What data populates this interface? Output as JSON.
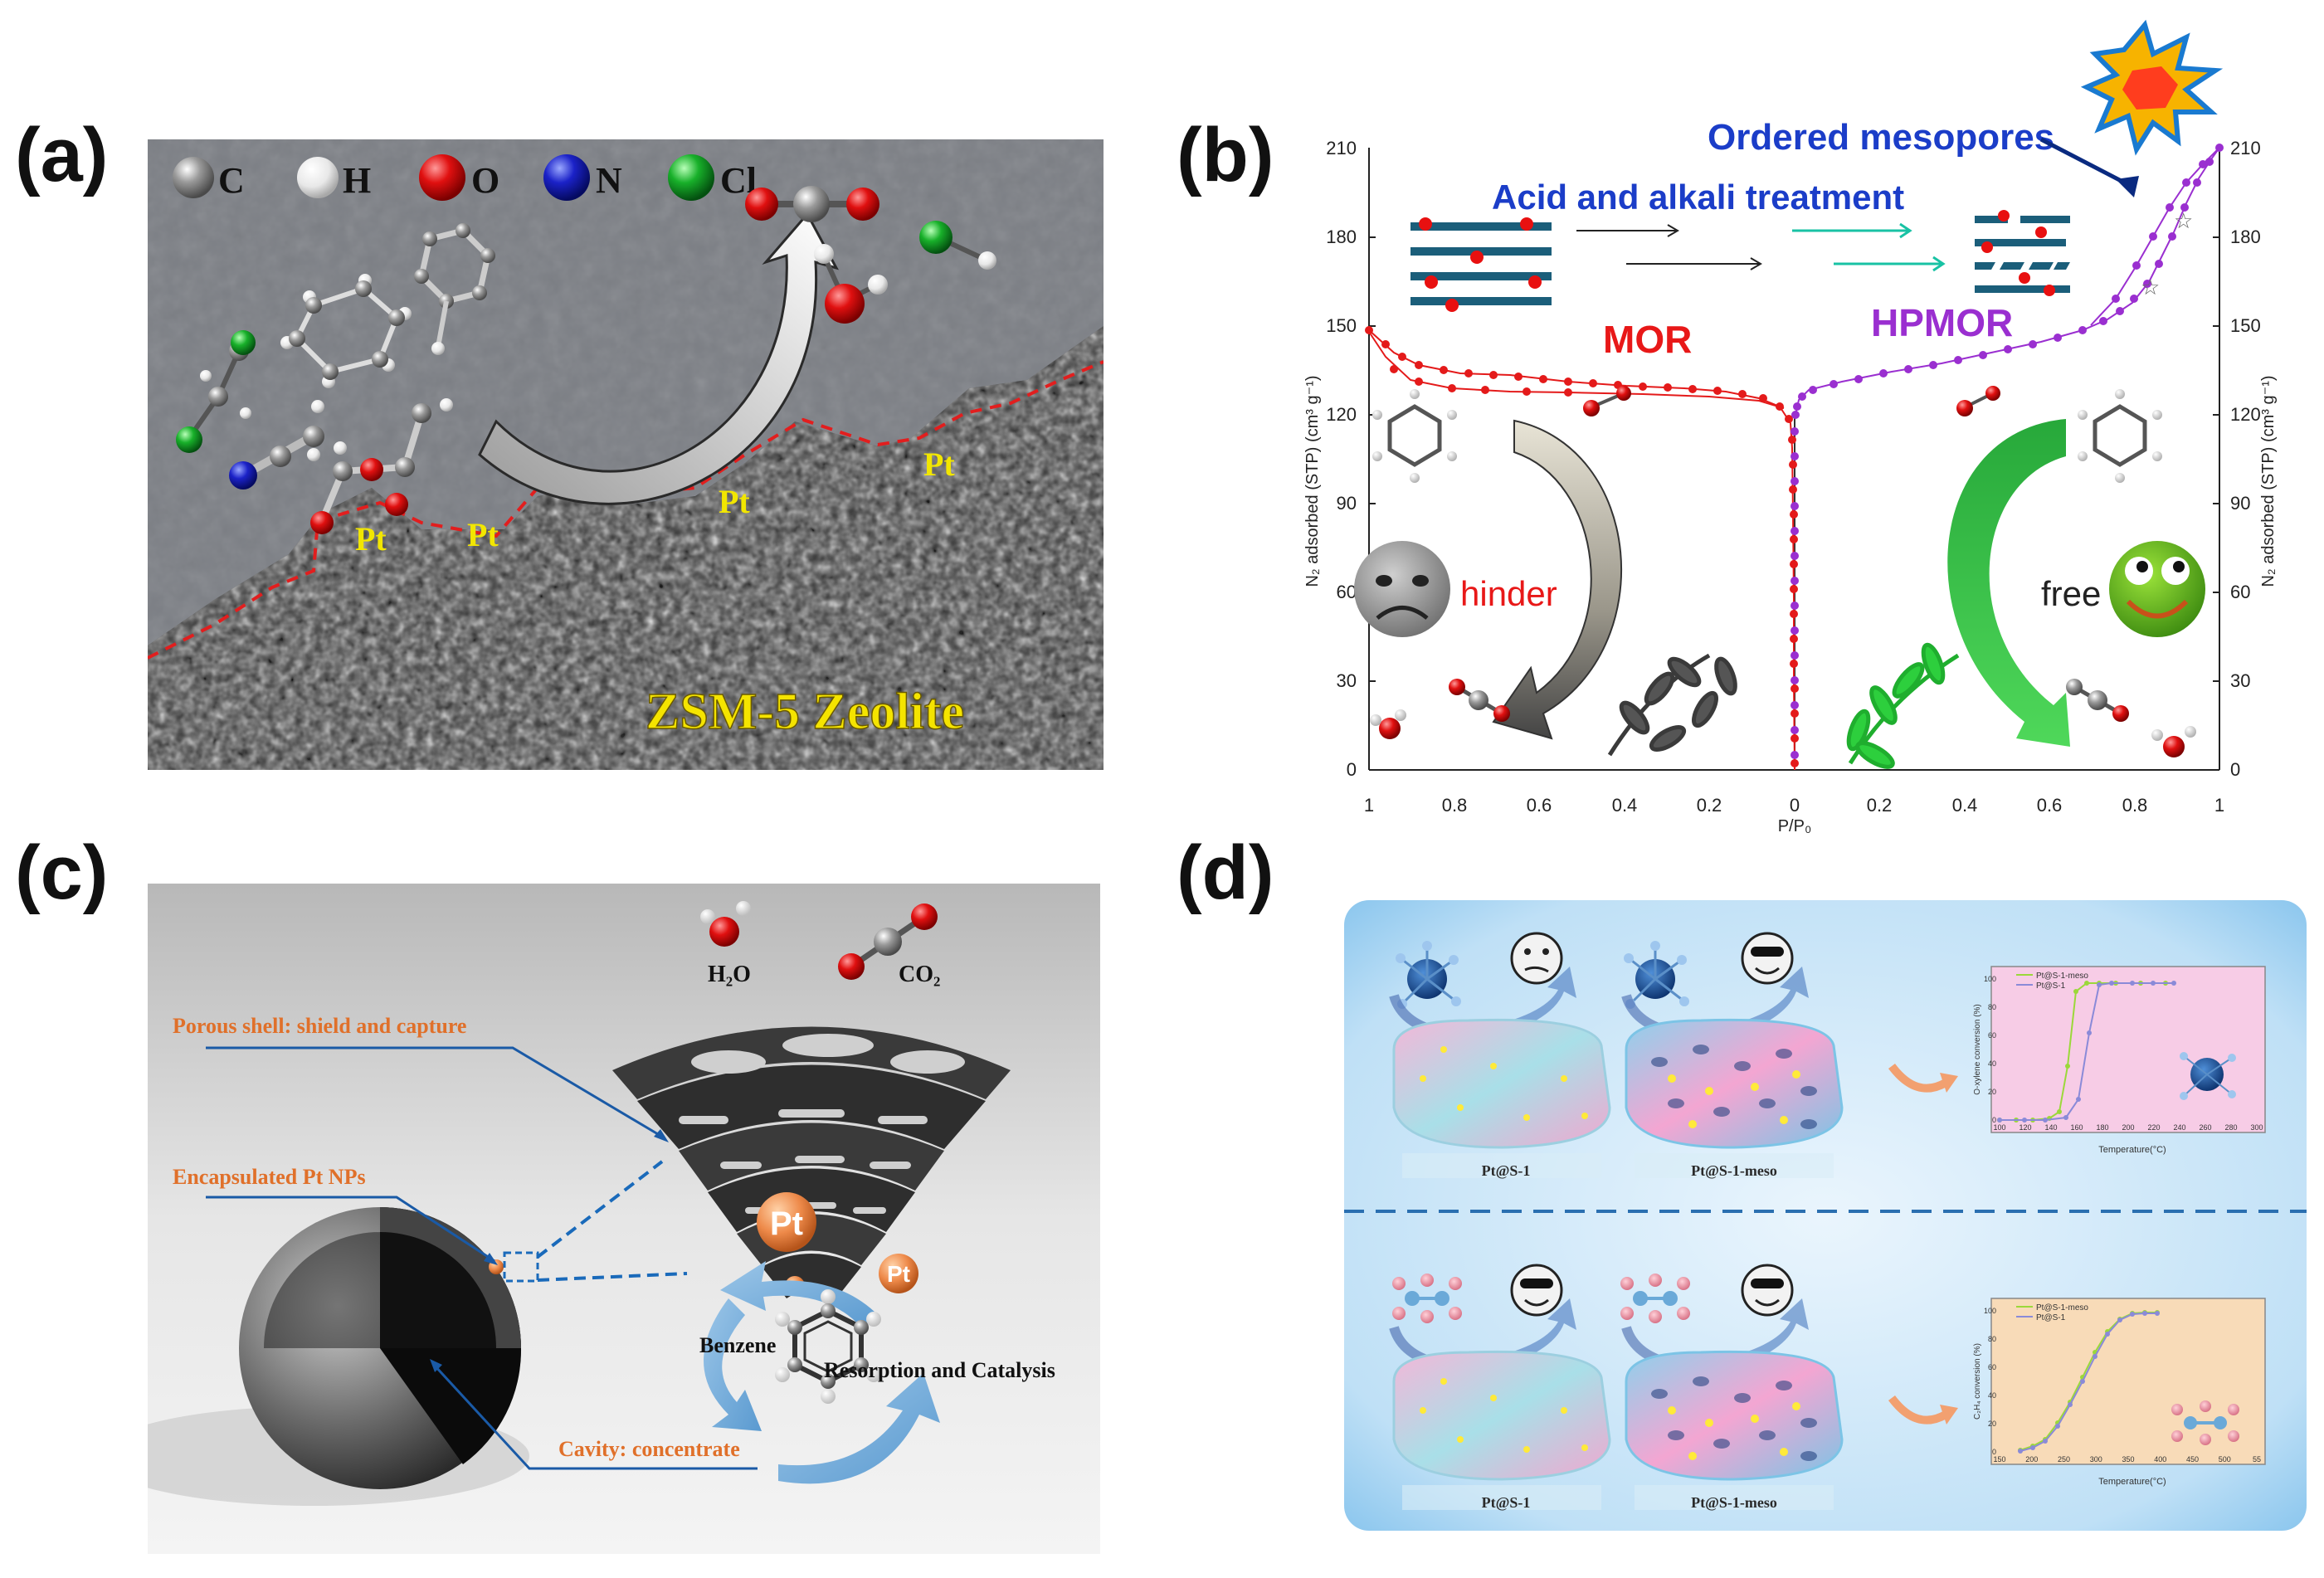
{
  "panels": {
    "a": {
      "label": "(a)",
      "legend": [
        {
          "symbol": "C",
          "color": "#8c8c8c"
        },
        {
          "symbol": "H",
          "color": "#e6e6e6"
        },
        {
          "symbol": "O",
          "color": "#d81818"
        },
        {
          "symbol": "N",
          "color": "#1a1ab8"
        },
        {
          "symbol": "Cl",
          "color": "#1cab2e"
        }
      ],
      "pt_labels": [
        "Pt",
        "Pt",
        "Pt",
        "Pt"
      ],
      "caption": "ZSM-5 Zeolite"
    },
    "b": {
      "label": "(b)",
      "title_ordered": "Ordered mesopores",
      "title_treatment": "Acid and alkali treatment",
      "left_series": "MOR",
      "right_series": "HPMOR",
      "hinder": "hinder",
      "free": "free",
      "ylabel_left": "N₂ adsorbed (STP) (cm³ g⁻¹)",
      "ylabel_right": "N₂ adsorbed (STP) (cm³ g⁻¹)",
      "xlabel": "P/P₀",
      "y_ticks": [
        "0",
        "30",
        "60",
        "90",
        "120",
        "150",
        "180",
        "210"
      ],
      "x_ticks_left": [
        "1",
        "0.8",
        "0.6",
        "0.4",
        "0.2",
        "0"
      ],
      "x_ticks_right": [
        "0.2",
        "0.4",
        "0.6",
        "0.8",
        "1"
      ]
    },
    "c": {
      "label": "(c)",
      "h2o": "H₂O",
      "co2": "CO₂",
      "porous_shell": "Porous shell: shield and capture",
      "encapsulated": "Encapsulated Pt NPs",
      "cavity": "Cavity: concentrate",
      "pt_big": "Pt",
      "pt_small": "Pt",
      "benzene": "Benzene",
      "resorption": "Resorption and Catalysis"
    },
    "d": {
      "label": "(d)",
      "top_left_caption": "Pt@S-1",
      "top_right_caption": "Pt@S-1-meso",
      "bottom_left_caption": "Pt@S-1",
      "bottom_right_caption": "Pt@S-1-meso",
      "chart_top": {
        "legend": [
          "Pt@S-1-meso",
          "Pt@S-1"
        ],
        "ylabel": "O-xylene conversion (%)",
        "xlabel": "Temperature(°C)",
        "x_ticks": [
          "100",
          "120",
          "140",
          "160",
          "180",
          "200",
          "220",
          "240",
          "260",
          "280",
          "300"
        ],
        "y_ticks": [
          "0",
          "20",
          "40",
          "60",
          "80",
          "100"
        ]
      },
      "chart_bottom": {
        "legend": [
          "Pt@S-1-meso",
          "Pt@S-1"
        ],
        "ylabel": "C₂H₄ conversion (%)",
        "xlabel": "Temperature(°C)",
        "x_ticks": [
          "150",
          "200",
          "250",
          "300",
          "350",
          "400",
          "450",
          "500",
          "55"
        ],
        "y_ticks": [
          "0",
          "20",
          "40",
          "60",
          "80",
          "100"
        ]
      }
    }
  }
}
